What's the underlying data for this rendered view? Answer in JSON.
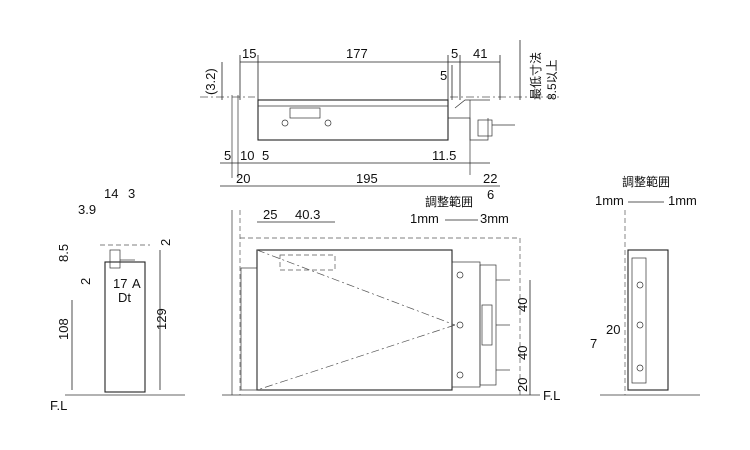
{
  "top_view": {
    "dims_top": [
      "15",
      "177",
      "5",
      "41"
    ],
    "dim_32": "(3.2)",
    "dim_5_inner": "5",
    "note_min": "最低寸法",
    "note_min_value": "8.5以上",
    "dims_bottom_row1": [
      "5",
      "10",
      "5",
      "11.5"
    ],
    "dims_bottom_row2": [
      "20",
      "195",
      "22"
    ],
    "dim_6": "6"
  },
  "front_view": {
    "dims": [
      "25",
      "40.3"
    ],
    "adjust_label": "調整範囲",
    "adjust_left": "1mm",
    "adjust_right": "3mm",
    "pitch": [
      "40",
      "40",
      "20"
    ],
    "floor_label": "F.L"
  },
  "side_view": {
    "dims_top": [
      "14",
      "3"
    ],
    "dim_39": "3.9",
    "dim_2_top": "2",
    "dim_85": "8.5",
    "dim_2_mid": "2",
    "dim_17": "17",
    "label_a": "A",
    "label_dt": "Dt",
    "dim_108": "108",
    "dim_129": "129",
    "floor_label": "F.L"
  },
  "right_view": {
    "adjust_label": "調整範囲",
    "adjust_left": "1mm",
    "adjust_right": "1mm",
    "dim_20": "20",
    "dim_7": "7"
  }
}
